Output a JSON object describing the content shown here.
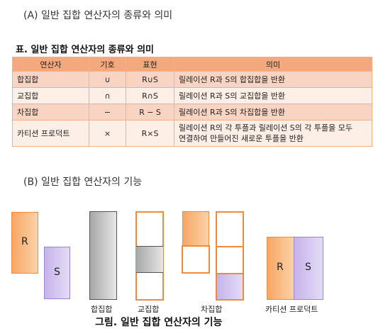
{
  "section_a": "(A) 일반 집합 연산자의 종류와 의미",
  "table_title": "표. 일반 집합 연산자의 종류와 의미",
  "table": {
    "headers": [
      "연산자",
      "기호",
      "표현",
      "의미"
    ],
    "rows": [
      {
        "name": "합집합",
        "symbol": "∪",
        "expr": "R∪S",
        "meaning": "릴레이션 R과 S의 합집합을 반환"
      },
      {
        "name": "교집합",
        "symbol": "∩",
        "expr": "R∩S",
        "meaning": "릴레이션 R과 S의 교집합을 반환"
      },
      {
        "name": "차집합",
        "symbol": "−",
        "expr": "R − S",
        "meaning": "릴레이션 R과 S의 차집합을 반환"
      },
      {
        "name": "카티션 프로덕트",
        "symbol": "×",
        "expr": "R×S",
        "meaning_1": "릴레이션 R의 각 투플과 릴레이션 S의 각 투플을 모두",
        "meaning_2": "연결하여 만들어진 새로운 투플을 반환"
      }
    ]
  },
  "section_b": "(B) 일반 집합 연산자의 기능",
  "figure": {
    "r_label": "R",
    "s_label": "S",
    "captions": [
      "합집합",
      "교집합",
      "차집합",
      "카티션 프로덕트"
    ],
    "title": "그림. 일반 집합 연산자의 기능"
  },
  "colors": {
    "header": "#f4a87d",
    "row_shade": "#f9d4c2",
    "relation_r": "#f7a664",
    "relation_s": "#c5b3ea",
    "result": "#a7a7a7"
  }
}
